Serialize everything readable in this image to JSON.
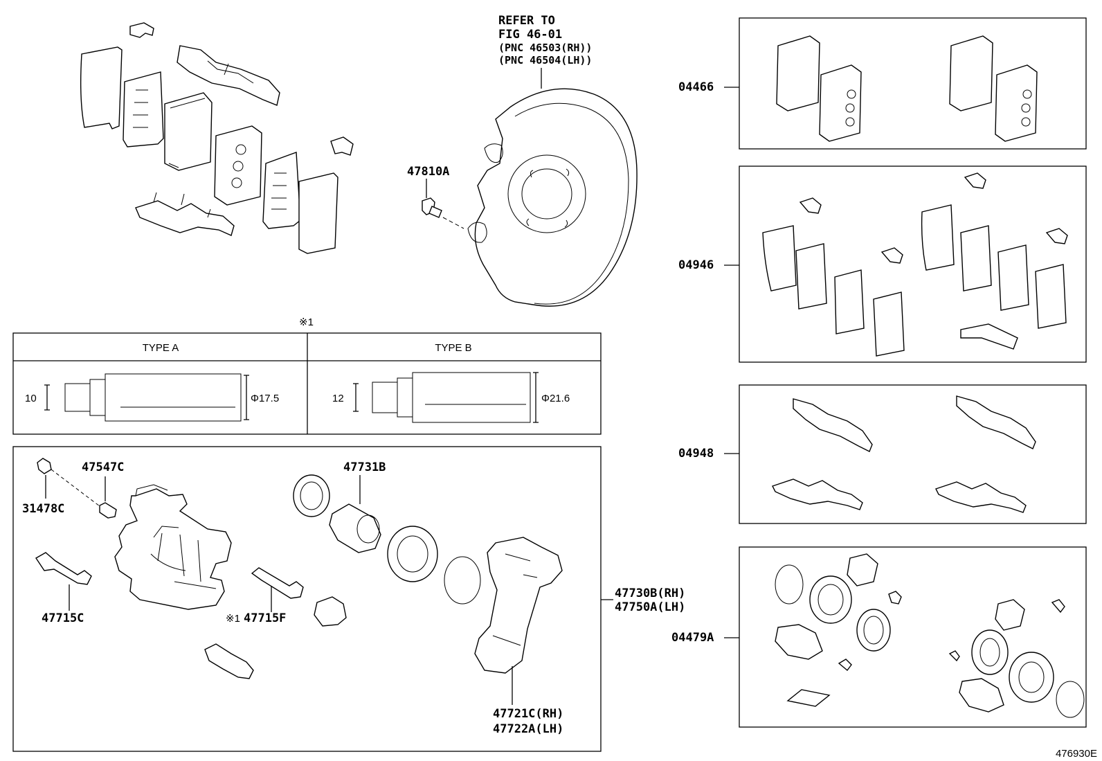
{
  "refer": {
    "line1": "REFER TO",
    "line2": "FIG 46-01",
    "line3": "(PNC 46503(RH))",
    "line4": "(PNC 46504(LH))"
  },
  "labels": {
    "p47810A": "47810A",
    "p04466": "04466",
    "p04946": "04946",
    "p04948": "04948",
    "p04479A": "04479A",
    "p47547C": "47547C",
    "p31478C": "31478C",
    "p47731B": "47731B",
    "p47715C": "47715C",
    "p47715F": "47715F",
    "p47730B": "47730B(RH)",
    "p47750A": "47750A(LH)",
    "p47721C": "47721C(RH)",
    "p47722A": "47722A(LH)"
  },
  "note_mark": "※1",
  "note_prefix": "※1",
  "table": {
    "typeA": {
      "header": "TYPE A",
      "dim_height": "10",
      "dim_diameter": "Φ17.5"
    },
    "typeB": {
      "header": "TYPE B",
      "dim_height": "12",
      "dim_diameter": "Φ21.6"
    }
  },
  "figure_id": "476930E"
}
